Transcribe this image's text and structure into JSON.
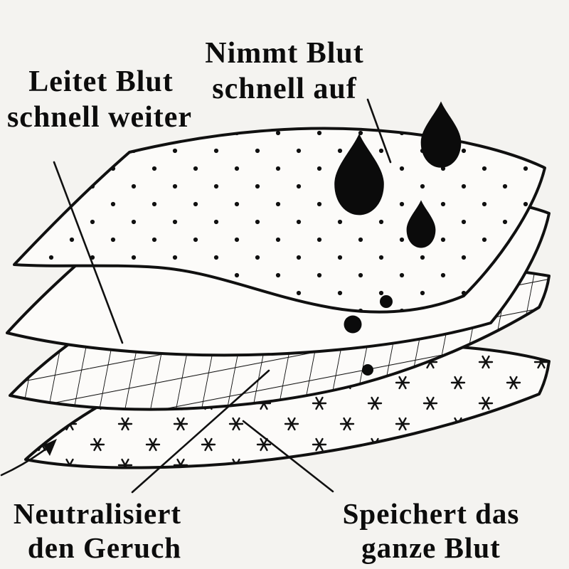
{
  "colors": {
    "background": "#f4f3f0",
    "sheet": "#fcfbf9",
    "ink": "#101010",
    "blood": "#0b0b0b"
  },
  "icons": {
    "blood_drop": "teardrop-shape",
    "blood_dot": "filled-circle",
    "pointer_arrow": "curved-arrow"
  },
  "labels": {
    "top_center": {
      "line1": "Nimmt Blut",
      "line2": "schnell auf"
    },
    "top_left": {
      "line1": "Leitet Blut",
      "line2": "schnell weiter"
    },
    "bottom_left": {
      "line1": "Neutralisiert",
      "line2": "den Geruch"
    },
    "bottom_right": {
      "line1": "Speichert das",
      "line2": "ganze Blut"
    }
  }
}
